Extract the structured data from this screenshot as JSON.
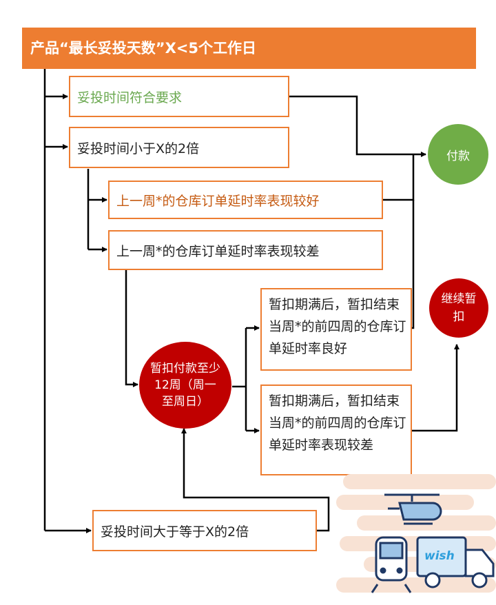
{
  "header": {
    "title": "产品“最长妥投天数”X<5个工作日"
  },
  "nodes": {
    "meets_requirement": "妥投时间符合要求",
    "less_than_2x": "妥投时间小于X的2倍",
    "last_week_good": "上一周*的仓库订单延时率表现较好",
    "last_week_bad": "上一周*的仓库订单延时率表现较差",
    "hold_good": "暂扣期满后，暂扣结束当周*的前四周的仓库订单延时率良好",
    "hold_bad": "暂扣期满后，暂扣结束当周*的前四周的仓库订单延时率表现较差",
    "ge_2x": "妥投时间大于等于X的2倍"
  },
  "circles": {
    "payment": "付款",
    "continue_hold": "继续暂扣",
    "hold_payment": "暂扣付款至少12周（周一至周日）"
  },
  "decoration": {
    "logo": "wish"
  },
  "colors": {
    "accent": "#ed7d31",
    "green": "#70ad47",
    "red": "#c00000"
  }
}
